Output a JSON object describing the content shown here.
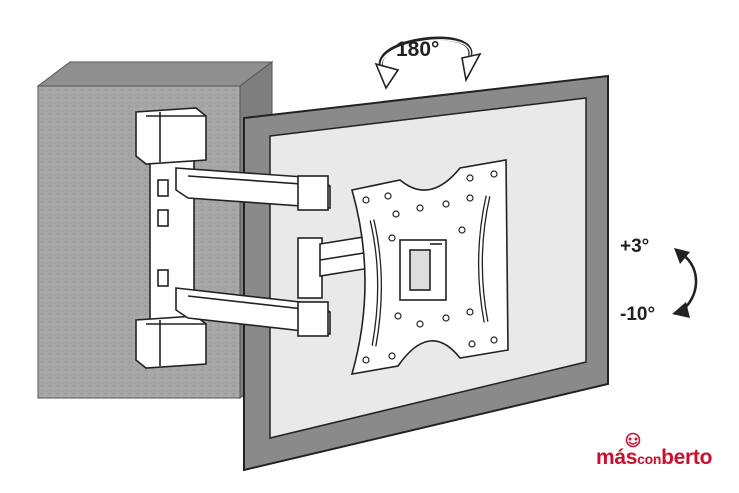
{
  "labels": {
    "swivel": "180°",
    "tilt_up": "+3°",
    "tilt_down": "-10°"
  },
  "brand": {
    "part1": "más",
    "part2": "con",
    "part3": "berto",
    "color": "#c8102e"
  },
  "colors": {
    "wall": "#a9a9a9",
    "tv_frame": "#8a8a8a",
    "tv_screen": "#e6e6e6",
    "outline": "#222222"
  }
}
